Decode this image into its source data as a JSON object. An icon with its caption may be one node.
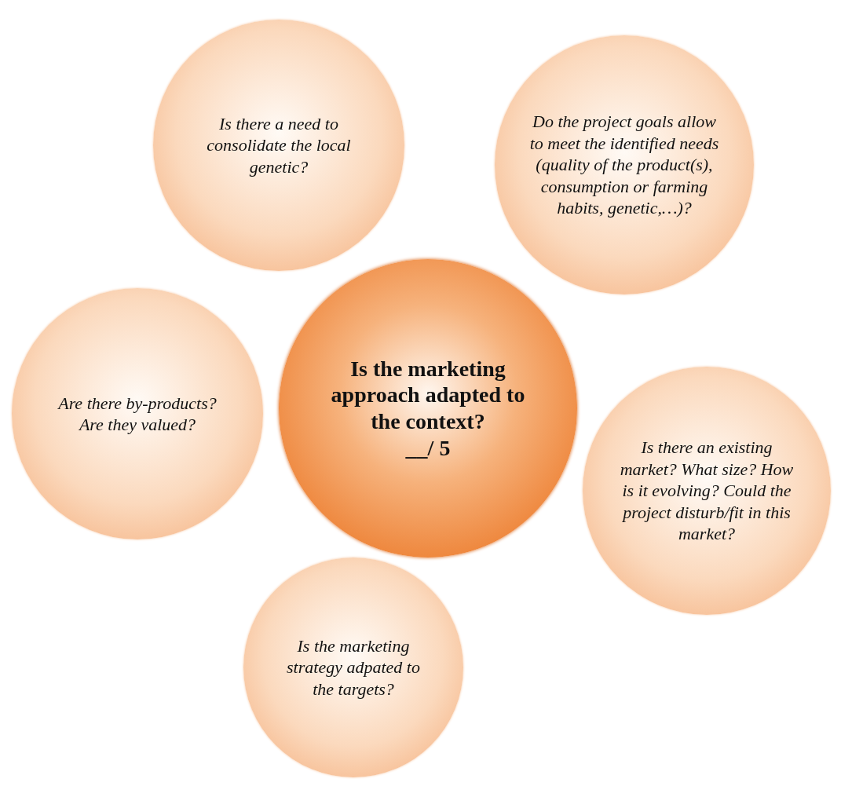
{
  "diagram": {
    "nodes": [
      {
        "text": [
          "Is there a need to consolidate the local genetic?"
        ]
      },
      {
        "text": [
          "Do the project goals allow to meet the identified needs (quality of the product(s), consumption or farming habits, genetic,…)?"
        ]
      },
      {
        "text": [
          "Are there by-products? Are they valued?"
        ]
      },
      {
        "text": [
          "Is the marketing approach adapted to the context?",
          "__/ 5"
        ]
      },
      {
        "text": [
          "Is there an existing market? What size? How is it evolving? Could the project disturb/fit in this market?"
        ]
      },
      {
        "text": [
          "Is the marketing strategy adpated to the targets?"
        ]
      }
    ]
  }
}
